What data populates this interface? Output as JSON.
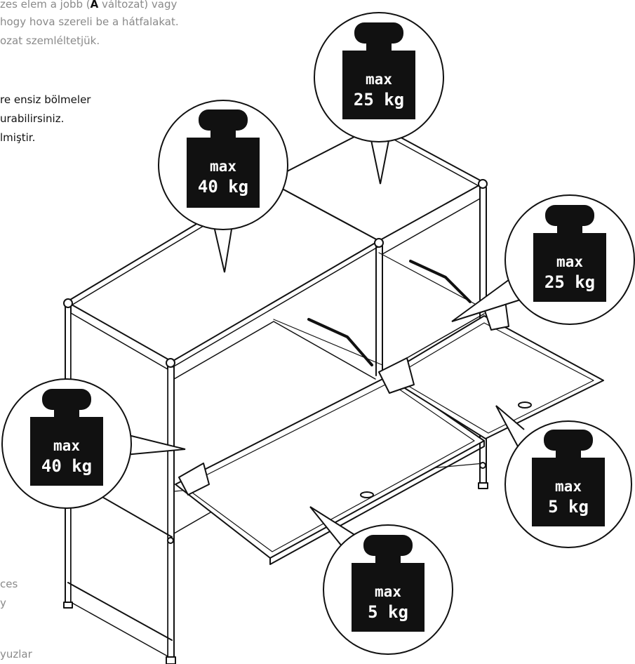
{
  "intro_text": {
    "line1_pre": "zes elem a jobb (",
    "line1_bold": "A",
    "line1_post": " változat) vagy",
    "line2": "hogy hova szereli be a hátfalakat.",
    "line3": "ozat szemléltetjük."
  },
  "note_text": {
    "line1": "re ensiz bölmeler",
    "line2": "urabilirsiniz.",
    "line3": "lmiştir."
  },
  "bottom_text": {
    "line1": "ces",
    "line2": "y",
    "line3": "yuzlar"
  },
  "weights": [
    {
      "id": "top-left",
      "line1": "max",
      "line2": "40 kg"
    },
    {
      "id": "top-center",
      "line1": "max",
      "line2": "25 kg"
    },
    {
      "id": "right-upper",
      "line1": "max",
      "line2": "25 kg"
    },
    {
      "id": "left-middle",
      "line1": "max",
      "line2": "40 kg"
    },
    {
      "id": "bottom-center",
      "line1": "max",
      "line2": "5 kg"
    },
    {
      "id": "right-lower",
      "line1": "max",
      "line2": "5 kg"
    }
  ],
  "colors": {
    "ink": "#111111",
    "gray_text": "#8a8a8a",
    "background": "#ffffff"
  }
}
